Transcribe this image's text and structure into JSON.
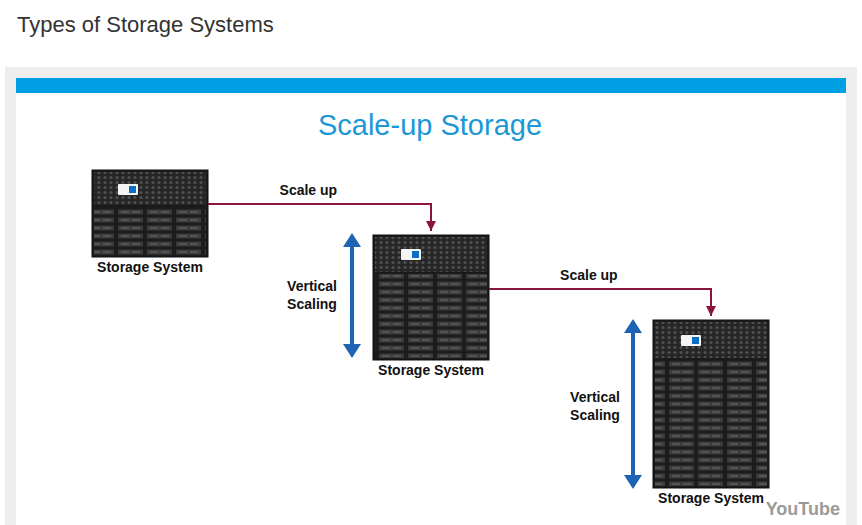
{
  "diagram": {
    "title": "Scale-up Storage",
    "nodes": [
      {
        "text": [
          "Storage System"
        ]
      },
      {
        "text": [
          "Storage System"
        ]
      },
      {
        "text": [
          "Storage System"
        ]
      }
    ],
    "edges": [
      {
        "from": 0,
        "to": 1,
        "arrow": "to",
        "label": "Scale up"
      },
      {
        "from": 1,
        "to": 2,
        "arrow": "to",
        "label": "Scale up"
      }
    ],
    "labels": [
      "Types of Storage Systems",
      "Vertical Scaling",
      "Vertical Scaling",
      "YouTube"
    ]
  }
}
